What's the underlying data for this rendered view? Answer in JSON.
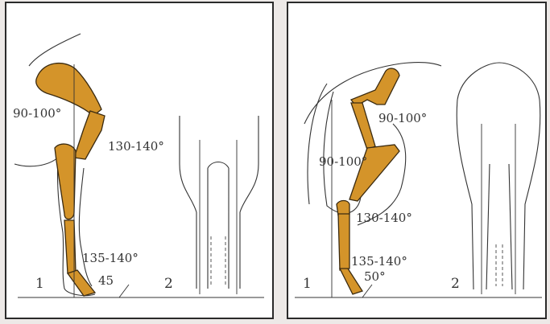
{
  "accent_color": "#d4942a",
  "left_panel": {
    "side_view": {
      "angles": [
        "90-100°",
        "130-140°",
        "135-140°",
        "45"
      ],
      "view_number": "1"
    },
    "rear_view": {
      "view_number": "2"
    }
  },
  "right_panel": {
    "side_view": {
      "angles": [
        "90-100°",
        "90-100°",
        "130-140°",
        "135-140°",
        "50°"
      ],
      "view_number": "1"
    },
    "rear_view": {
      "view_number": "2"
    }
  }
}
